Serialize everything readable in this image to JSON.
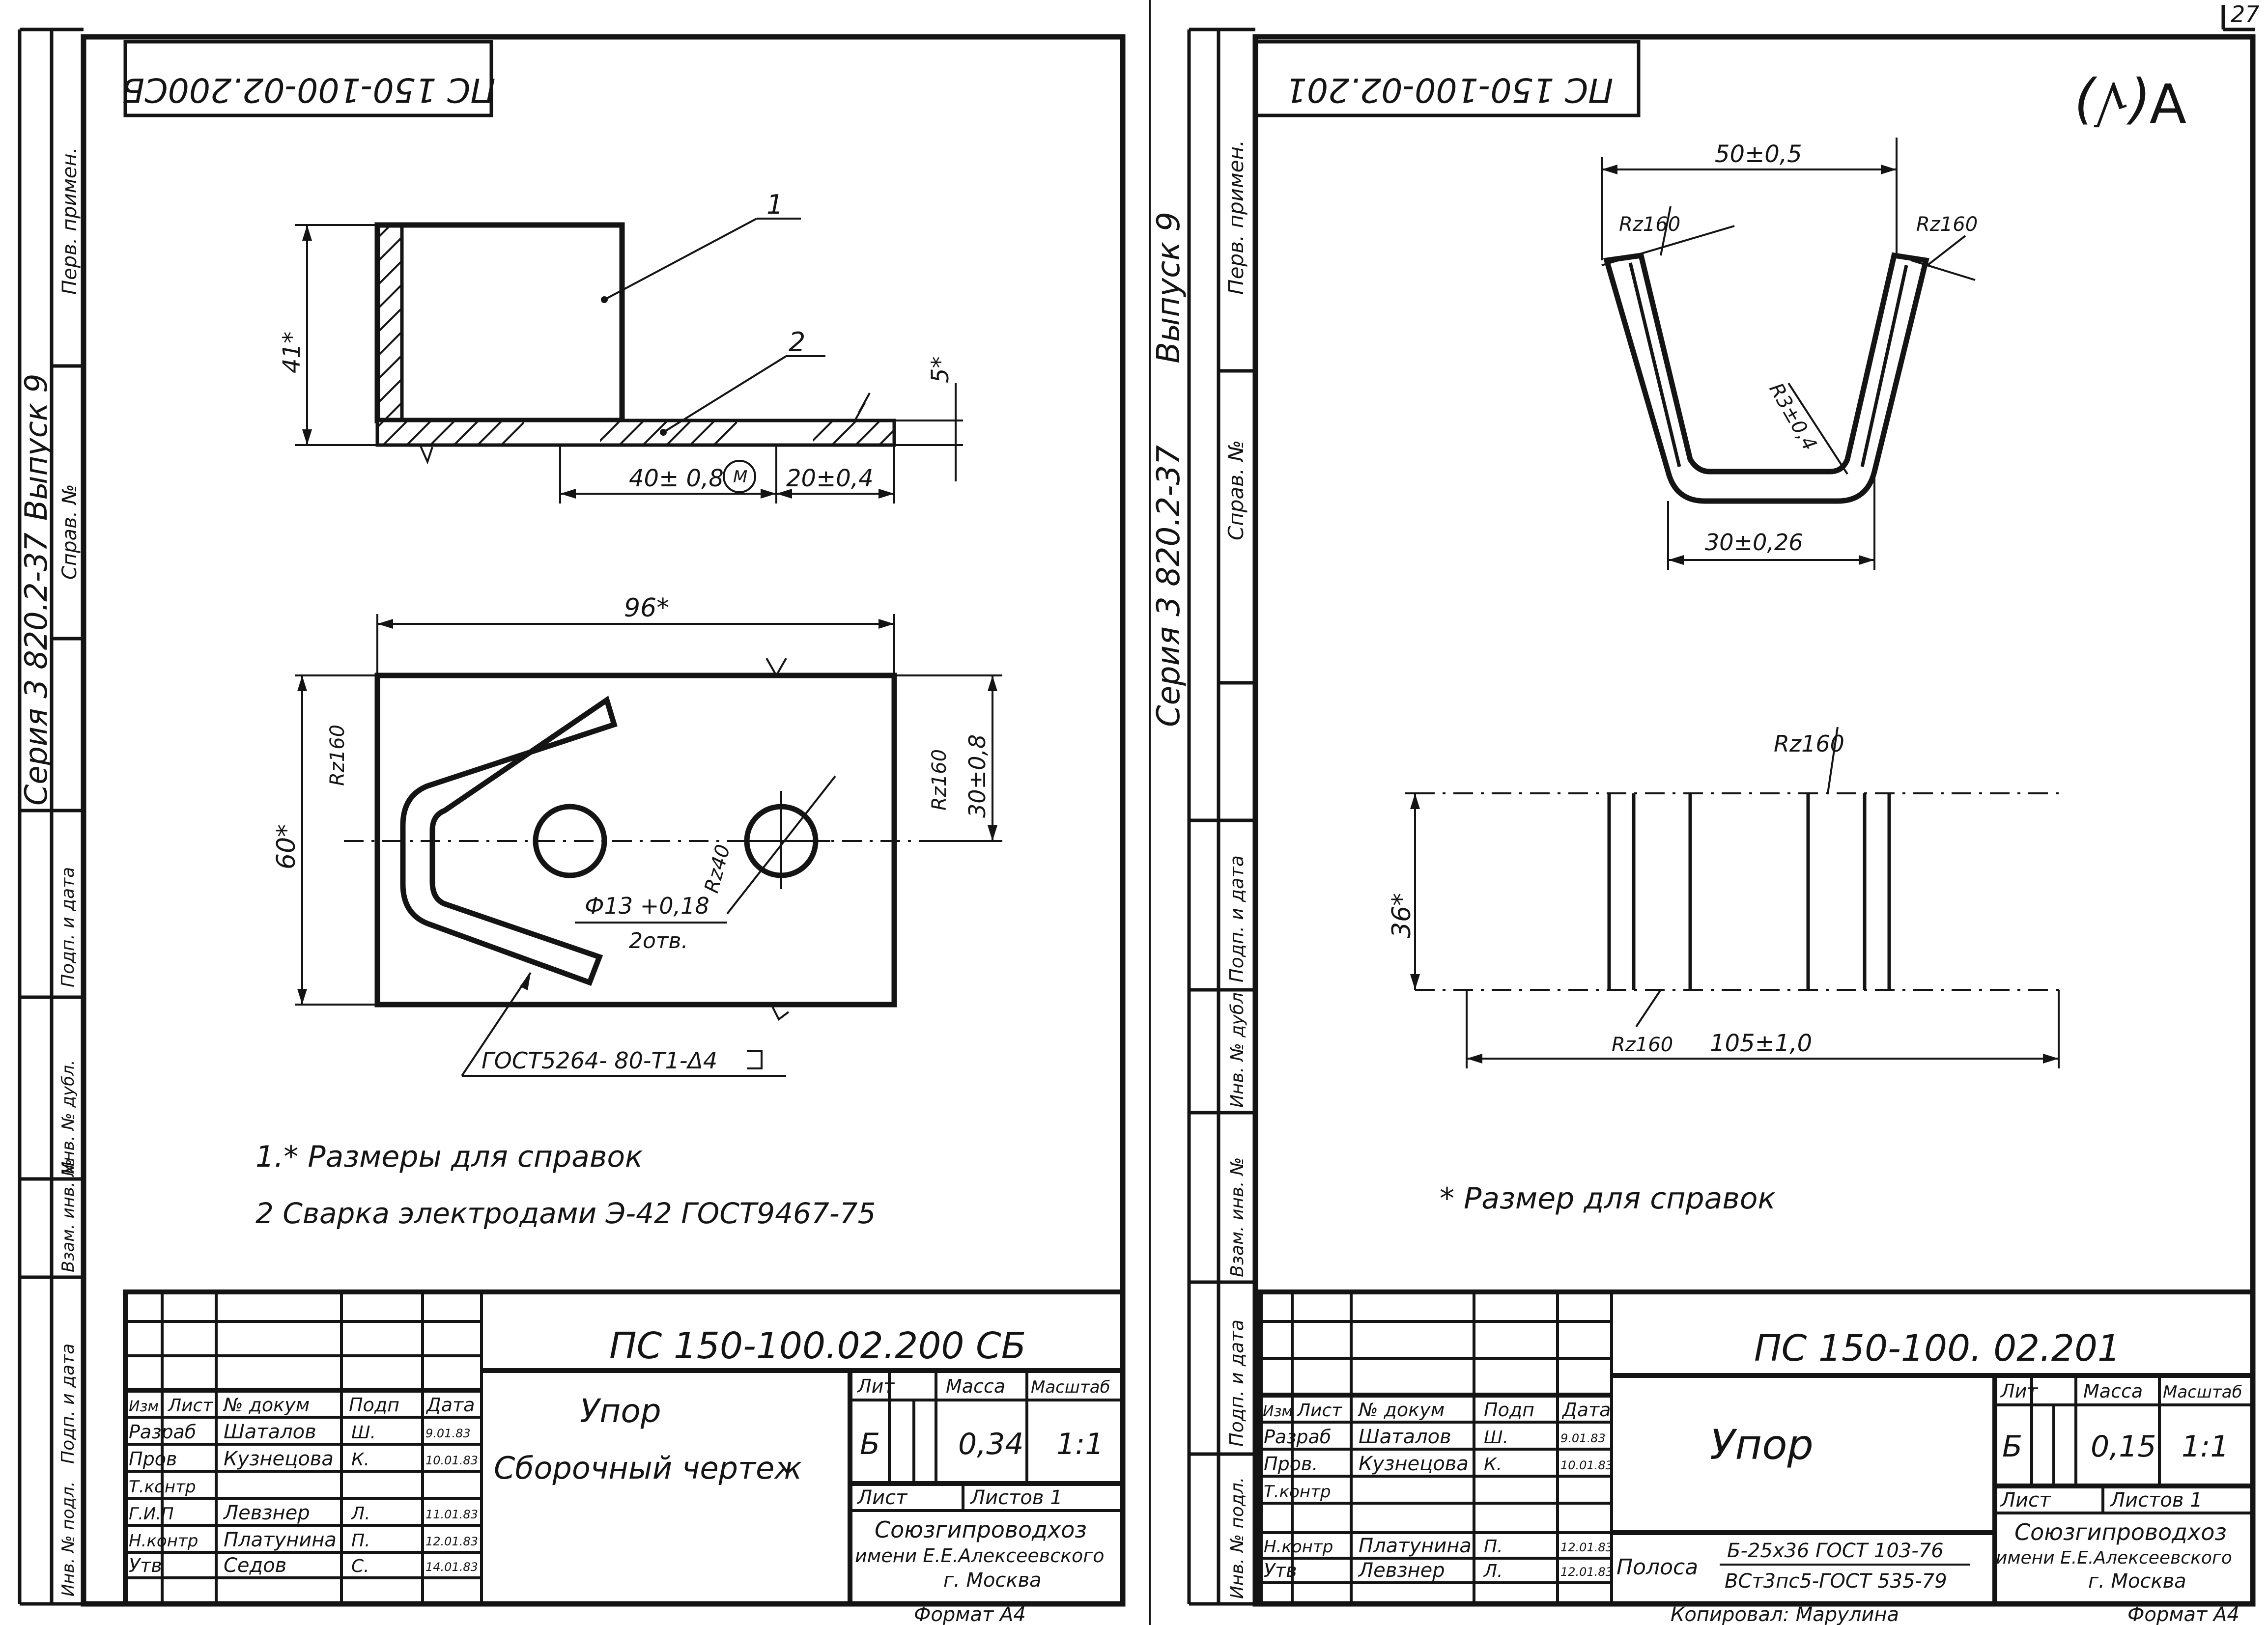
{
  "left_sheet": {
    "sheet_code_rotated": "ПС 150-100-02.200СБ",
    "side_labels": {
      "series": "Серия 3 820.2-37",
      "issue": "Выпуск 9",
      "first_use": "Перв. примен.",
      "ref_no": "Справ. №",
      "sign_date": "Подп. и дата",
      "inv_dubl": "Инв. № дубл.",
      "vzam_inv": "Взам. инв. №",
      "sign_date_2": "Подп. и дата",
      "inv_podl": "Инв. № подл."
    },
    "drawing": {
      "callout_1": "1",
      "callout_2": "2",
      "dim_height": "41*",
      "dim_thickness": "5*",
      "dim_40": "40± 0,8",
      "dim_m": "М",
      "dim_20": "20±0,4",
      "dim_96": "96*",
      "dim_60": "60*",
      "dim_30": "30±0,8",
      "rz_left": "Rz160",
      "rz_right": "Rz160",
      "rz_hole": "Rz40",
      "hole_dia": "Ф13 +0,18",
      "hole_count": "2отв.",
      "weld_note": "ГОСТ5264- 80-Т1-Δ4"
    },
    "notes": [
      "1.* Размеры для справок",
      "2 Сварка электродами   Э-42  ГОСТ9467-75"
    ],
    "title_block": {
      "doc_code": "ПС 150-100.02.200 СБ",
      "name_line1": "Упор",
      "name_line2": "Сборочный  чертеж",
      "header_cols": [
        "Изм",
        "Лист",
        "№ докум",
        "Подп",
        "Дата"
      ],
      "rows": [
        {
          "role": "Разраб",
          "name": "Шаталов",
          "sign": "Ш.",
          "date": "9.01.83"
        },
        {
          "role": "Пров",
          "name": "Кузнецова",
          "sign": "К.",
          "date": "10.01.83"
        },
        {
          "role": "Т.контр",
          "name": "",
          "sign": "",
          "date": ""
        },
        {
          "role": "Г.И.П",
          "name": "Левзнер",
          "sign": "Л.",
          "date": "11.01.83"
        },
        {
          "role": "Н.контр",
          "name": "Платунина",
          "sign": "П.",
          "date": "12.01.83"
        },
        {
          "role": "Утв",
          "name": "Седов",
          "sign": "С.",
          "date": "14.01.83"
        }
      ],
      "lit_label": "Лит",
      "mass_label": "Масса",
      "scale_label": "Масштаб",
      "lit_value": "Б",
      "mass_value": "0,34",
      "scale_value": "1:1",
      "sheet_label": "Лист",
      "sheets_label": "Листов 1",
      "org_line1": "Союзгипроводхоз",
      "org_line2": "имени Е.Е.Алексеевского",
      "org_line3": "г. Москва",
      "format": "Формат А4"
    }
  },
  "right_sheet": {
    "page_number": "27",
    "roughness_mark": "∀(√)",
    "sheet_code_rotated": "ПС 150-100-02.201",
    "side_labels": {
      "series": "Серия 3 820.2-37",
      "issue": "Выпуск 9",
      "first_use": "Перв. примен.",
      "ref_no": "Справ. №",
      "sign_date": "Подп. и дата",
      "inv_dubl": "Инв. № дубл.",
      "vzam_inv": "Взам. инв. №",
      "sign_date_2": "Подп. и дата",
      "inv_podl": "Инв. № подл."
    },
    "drawing": {
      "dim_50": "50±0,5",
      "rz_top_left": "Rz160",
      "rz_top_right": "Rz160",
      "radius": "R3±0,4",
      "dim_30": "30±0,26",
      "rz_mid": "Rz160",
      "dim_36": "36*",
      "rz_bottom": "Rz160",
      "dim_105": "105±1,0"
    },
    "notes": [
      "* Размер для справок"
    ],
    "title_block": {
      "doc_code": "ПС 150-100. 02.201",
      "name": "Упор",
      "header_cols": [
        "Изм",
        "Лист",
        "№ докум",
        "Подп",
        "Дата"
      ],
      "rows": [
        {
          "role": "Разраб",
          "name": "Шаталов",
          "sign": "Ш.",
          "date": "9.01.83"
        },
        {
          "role": "Пров.",
          "name": "Кузнецова",
          "sign": "К.",
          "date": "10.01.83"
        },
        {
          "role": "Т.контр",
          "name": "",
          "sign": "",
          "date": ""
        },
        {
          "role": "",
          "name": "",
          "sign": "",
          "date": ""
        },
        {
          "role": "Н.контр",
          "name": "Платунина",
          "sign": "П.",
          "date": "12.01.83"
        },
        {
          "role": "Утв",
          "name": "Левзнер",
          "sign": "Л.",
          "date": "12.01.83"
        }
      ],
      "material_label": "Полоса",
      "material_top": "Б-25х36 ГОСТ 103-76",
      "material_bottom": "ВСт3пс5-ГОСТ 535-79",
      "lit_label": "Лит",
      "mass_label": "Масса",
      "scale_label": "Масштаб",
      "lit_value": "Б",
      "mass_value": "0,15",
      "scale_value": "1:1",
      "sheet_label": "Лист",
      "sheets_label": "Листов 1",
      "org_line1": "Союзгипроводхоз",
      "org_line2": "имени Е.Е.Алексеевского",
      "org_line3": "г. Москва",
      "format": "Формат А4",
      "copied_by": "Копировал: Марулина"
    }
  }
}
